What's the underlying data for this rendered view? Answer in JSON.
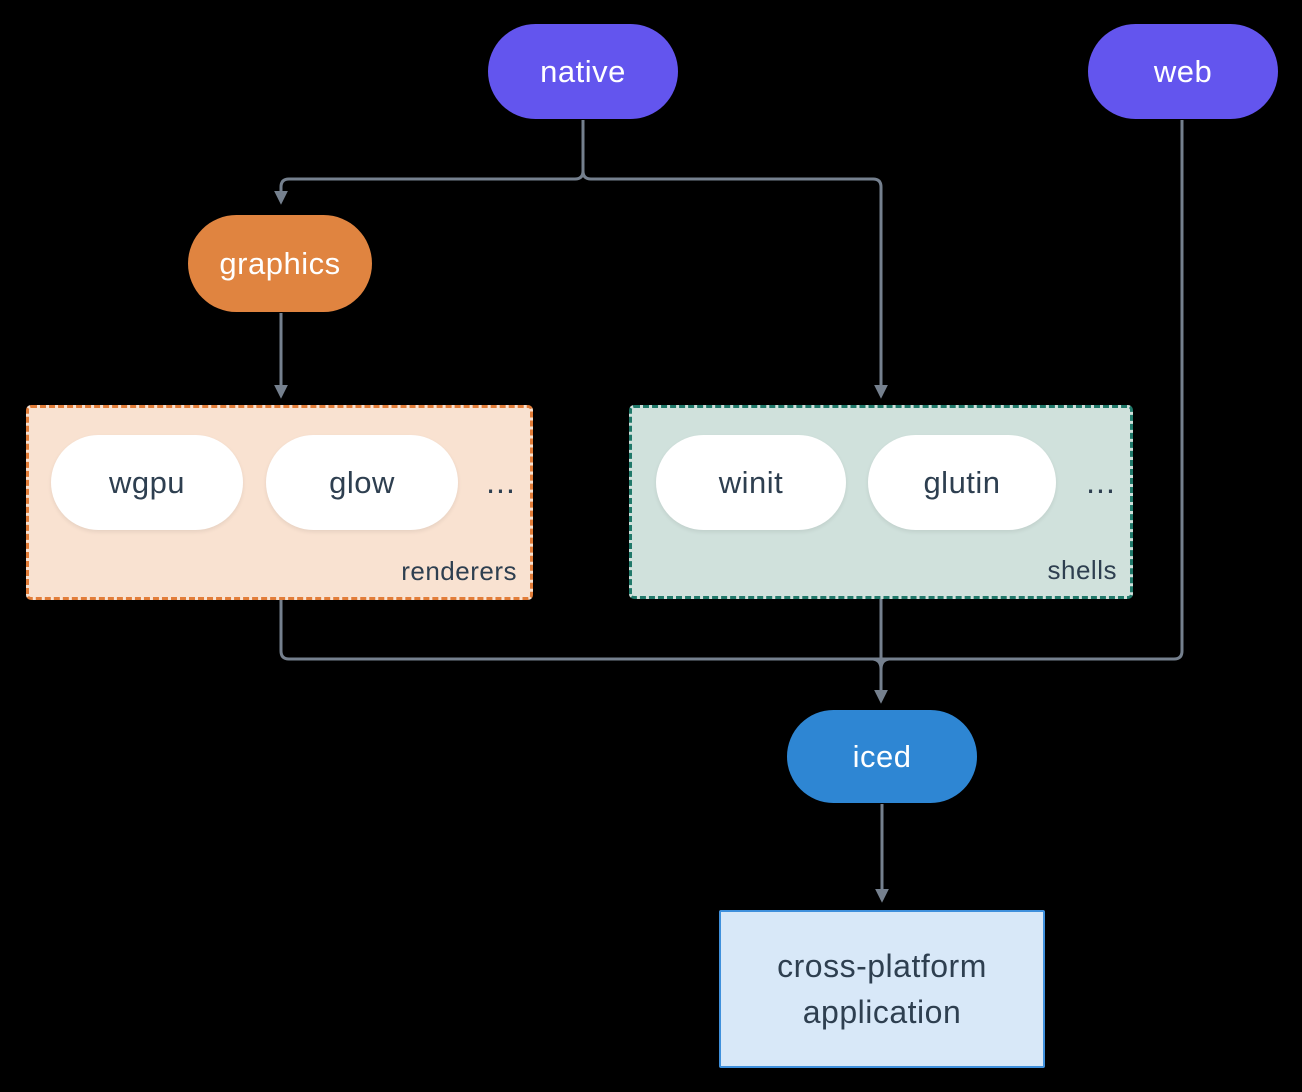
{
  "diagram": {
    "nodes": {
      "native": {
        "label": "native"
      },
      "web": {
        "label": "web"
      },
      "graphics": {
        "label": "graphics"
      },
      "iced": {
        "label": "iced"
      },
      "application": {
        "label_line1": "cross-platform",
        "label_line2": "application"
      }
    },
    "groups": {
      "renderers": {
        "label": "renderers",
        "items": [
          "wgpu",
          "glow"
        ],
        "more": "..."
      },
      "shells": {
        "label": "shells",
        "items": [
          "winit",
          "glutin"
        ],
        "more": "..."
      }
    },
    "edges": [
      "native -> graphics",
      "native -> shells",
      "graphics -> renderers",
      "renderers -> iced",
      "shells -> iced",
      "web -> iced",
      "iced -> cross-platform application"
    ]
  },
  "colors": {
    "background": "#000000",
    "purple": "#6355ee",
    "orange": "#e08440",
    "orange-bg": "#f9e2d1",
    "orange-border": "#e27d39",
    "teal-bg": "#d0e1dc",
    "teal-border": "#20796a",
    "blue": "#2e86d3",
    "blue-bg": "#d8e8f8",
    "blue-border": "#3f90dc",
    "line": "#75808e",
    "text-dark": "#2e3f50",
    "text-light": "#ffffff"
  }
}
